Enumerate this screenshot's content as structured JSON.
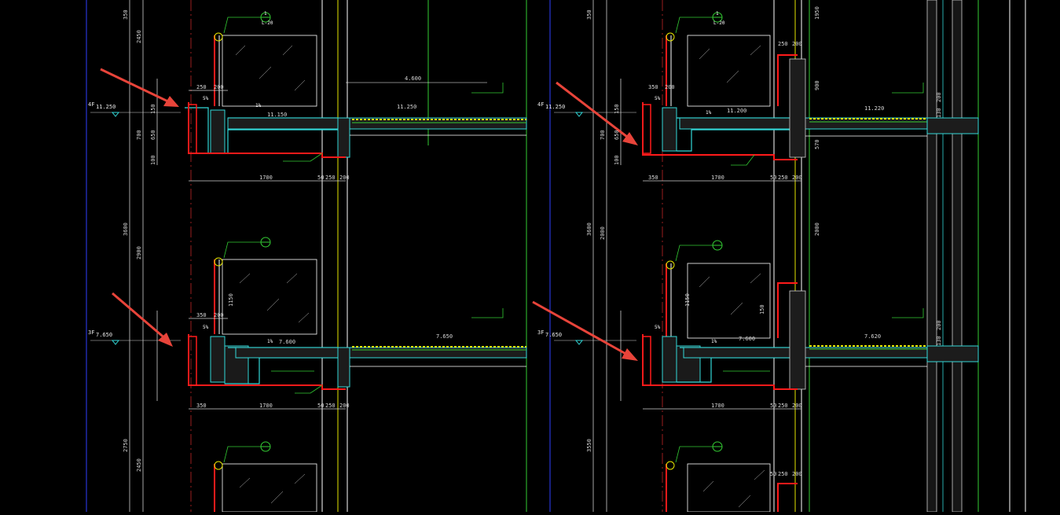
{
  "drawing": {
    "background": "#000000",
    "colors": {
      "dim": "#dddddd",
      "axis": "#ffffff",
      "red": "#ff1a1a",
      "green": "#33cc33",
      "cyan": "#33d9d9",
      "yellow": "#e6e600",
      "blue": "#2f3fff",
      "arrow": "#e8443a"
    },
    "left": {
      "levels": [
        "4F",
        "11.250",
        "3F",
        "7.650"
      ],
      "slab_levels": [
        "11.150",
        "7.600",
        "11.250",
        "7.650",
        "4.600"
      ],
      "vertical_dims": [
        "3600",
        "2450",
        "2900",
        "1150",
        "150",
        "700",
        "650",
        "100",
        "2750",
        "2450",
        "350"
      ],
      "horizontal_dims": [
        "250",
        "200",
        "350",
        "200",
        "1700",
        "50",
        "250",
        "200",
        "1700",
        "50",
        "250",
        "200",
        "350"
      ],
      "slopes": [
        "5%",
        "1%",
        "5%",
        "1%"
      ],
      "window_callout": [
        "1",
        "L-20"
      ]
    },
    "right": {
      "levels": [
        "4F",
        "11.250",
        "3F",
        "7.650"
      ],
      "slab_levels": [
        "11.200",
        "11.220",
        "7.600",
        "7.620"
      ],
      "vertical_dims": [
        "3600",
        "2000",
        "1150",
        "150",
        "700",
        "650",
        "100",
        "900",
        "2000",
        "350",
        "150",
        "3550",
        "1950",
        "570"
      ],
      "horizontal_dims": [
        "350",
        "200",
        "1700",
        "50",
        "250",
        "200",
        "350",
        "1700",
        "50",
        "250",
        "200",
        "250",
        "200",
        "50",
        "250",
        "200",
        "130",
        "200",
        "130",
        "200"
      ],
      "slopes": [
        "5%",
        "1%",
        "5%",
        "1%"
      ],
      "window_callout": [
        "1",
        "L-20"
      ]
    }
  }
}
